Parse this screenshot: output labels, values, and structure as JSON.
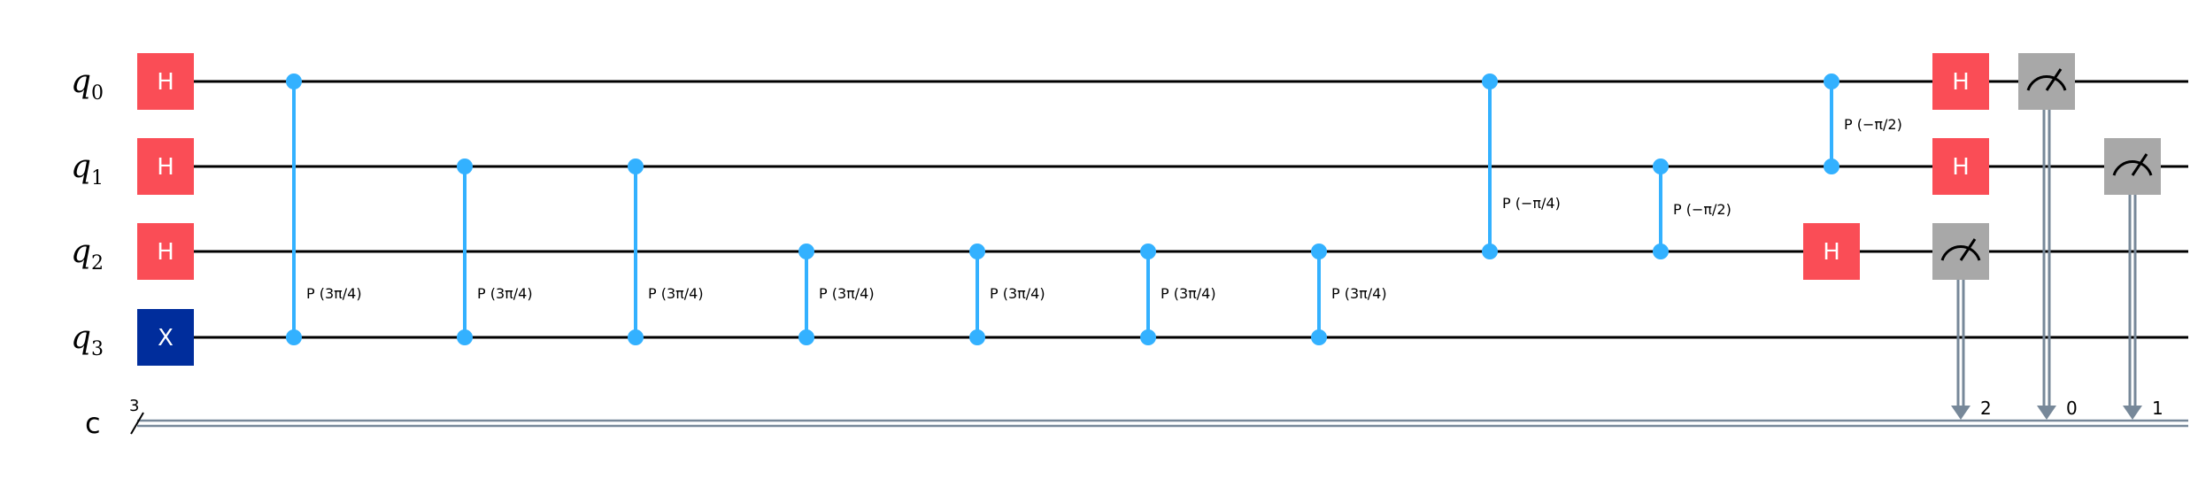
{
  "qubits": [
    {
      "name": "q",
      "index": "0"
    },
    {
      "name": "q",
      "index": "1"
    },
    {
      "name": "q",
      "index": "2"
    },
    {
      "name": "q",
      "index": "3"
    }
  ],
  "classical_register": {
    "name": "c",
    "size": "3"
  },
  "gate_colors": {
    "h": "#FA4D56",
    "x": "#002D9C",
    "phase": "#33B1FF",
    "measure": "#A8A8A8",
    "classical_wire": "#778899"
  },
  "single_gates": [
    {
      "label": "H",
      "qubit": 0,
      "column": 0,
      "type": "h"
    },
    {
      "label": "H",
      "qubit": 1,
      "column": 0,
      "type": "h"
    },
    {
      "label": "H",
      "qubit": 2,
      "column": 0,
      "type": "h"
    },
    {
      "label": "X",
      "qubit": 3,
      "column": 0,
      "type": "x"
    },
    {
      "label": "H",
      "qubit": 2,
      "column": 10,
      "type": "h"
    },
    {
      "label": "H",
      "qubit": 0,
      "column": 11,
      "type": "h"
    },
    {
      "label": "H",
      "qubit": 1,
      "column": 11,
      "type": "h"
    }
  ],
  "controlled_phase": [
    {
      "label": "P (3π/4)",
      "qubits": [
        0,
        3
      ],
      "column": 1
    },
    {
      "label": "P (3π/4)",
      "qubits": [
        1,
        3
      ],
      "column": 2
    },
    {
      "label": "P (3π/4)",
      "qubits": [
        1,
        3
      ],
      "column": 3
    },
    {
      "label": "P (3π/4)",
      "qubits": [
        2,
        3
      ],
      "column": 4
    },
    {
      "label": "P (3π/4)",
      "qubits": [
        2,
        3
      ],
      "column": 5
    },
    {
      "label": "P (3π/4)",
      "qubits": [
        2,
        3
      ],
      "column": 6
    },
    {
      "label": "P (3π/4)",
      "qubits": [
        2,
        3
      ],
      "column": 7
    },
    {
      "label": "P (−π/4)",
      "qubits": [
        0,
        2
      ],
      "column": 8
    },
    {
      "label": "P (−π/2)",
      "qubits": [
        1,
        2
      ],
      "column": 9
    },
    {
      "label": "P (−π/2)",
      "qubits": [
        0,
        1
      ],
      "column": 10
    }
  ],
  "measurements": [
    {
      "qubit": 2,
      "column": 11,
      "clbit": "2"
    },
    {
      "qubit": 0,
      "column": 12,
      "clbit": "0"
    },
    {
      "qubit": 1,
      "column": 13,
      "clbit": "1"
    }
  ]
}
